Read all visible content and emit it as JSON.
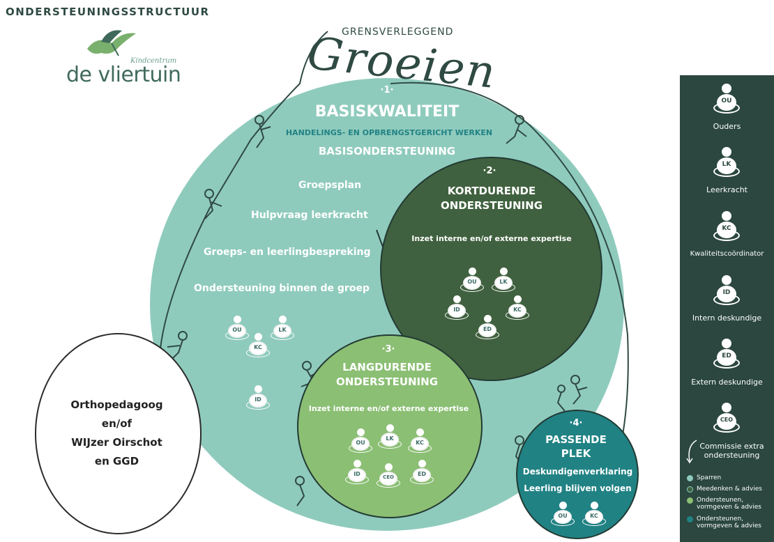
{
  "header": {
    "title": "ONDERSTEUNINGSSTRUCTUUR",
    "logo_small": "Kindcentrum",
    "logo_big": "de vliertuin"
  },
  "motto": {
    "line1": "GRENSVERLEGGEND",
    "line2": "Groeien"
  },
  "basis": {
    "number": "·1·",
    "title": "BASISKWALITEIT",
    "subtitle": "HANDELINGS- EN OPBRENGSTGERICHT WERKEN",
    "heading2": "BASISONDERSTEUNING",
    "items": [
      "Groepsplan",
      "Hulpvraag leerkracht",
      "Groeps- en leerlingbespreking",
      "Ondersteuning binnen de groep"
    ],
    "icons": [
      "OU",
      "KC",
      "LK",
      "ID"
    ]
  },
  "kort": {
    "number": "·2·",
    "title1": "KORTDURENDE",
    "title2": "ONDERSTEUNING",
    "sub": "Inzet interne en/of externe expertise",
    "icons": [
      "OU",
      "LK",
      "ID",
      "KC",
      "ED"
    ]
  },
  "lang": {
    "number": "·3·",
    "title1": "LANGDURENDE",
    "title2": "ONDERSTEUNING",
    "sub": "Inzet interne en/of externe expertise",
    "icons": [
      "OU",
      "LK",
      "KC",
      "ID",
      "CEO",
      "ED"
    ]
  },
  "passend": {
    "number": "·4·",
    "title1": "PASSENDE",
    "title2": "PLEK",
    "line1": "Deskundigenverklaring",
    "line2": "Leerling blijven volgen",
    "icons": [
      "OU",
      "KC"
    ]
  },
  "extern": {
    "lines": [
      "Orthopedagoog",
      "en/of",
      "WIJzer Oirschot",
      "en GGD"
    ]
  },
  "sidebar": {
    "roles": [
      {
        "code": "OU",
        "label": "Ouders"
      },
      {
        "code": "LK",
        "label": "Leerkracht"
      },
      {
        "code": "KC",
        "label": "Kwaliteitscoördinator"
      },
      {
        "code": "ID",
        "label": "Intern deskundige"
      },
      {
        "code": "ED",
        "label": "Extern deskundige"
      },
      {
        "code": "CEO",
        "label": "Commissie extra ondersteuning"
      }
    ],
    "legend": [
      {
        "label": "Sparren",
        "color": "#8fcbbd"
      },
      {
        "label": "Meedenken & advies",
        "color": "#40613f"
      },
      {
        "label": "Ondersteunen, vormgeven & advies",
        "color": "#8bbf74"
      },
      {
        "label": "Ondersteunen, vormgeven & advies",
        "color": "#218284"
      }
    ]
  },
  "colors": {
    "main": "#8fcbbd",
    "dark": "#40613f",
    "light": "#8bbf74",
    "teal": "#218284",
    "sidebar": "#2b473f"
  }
}
